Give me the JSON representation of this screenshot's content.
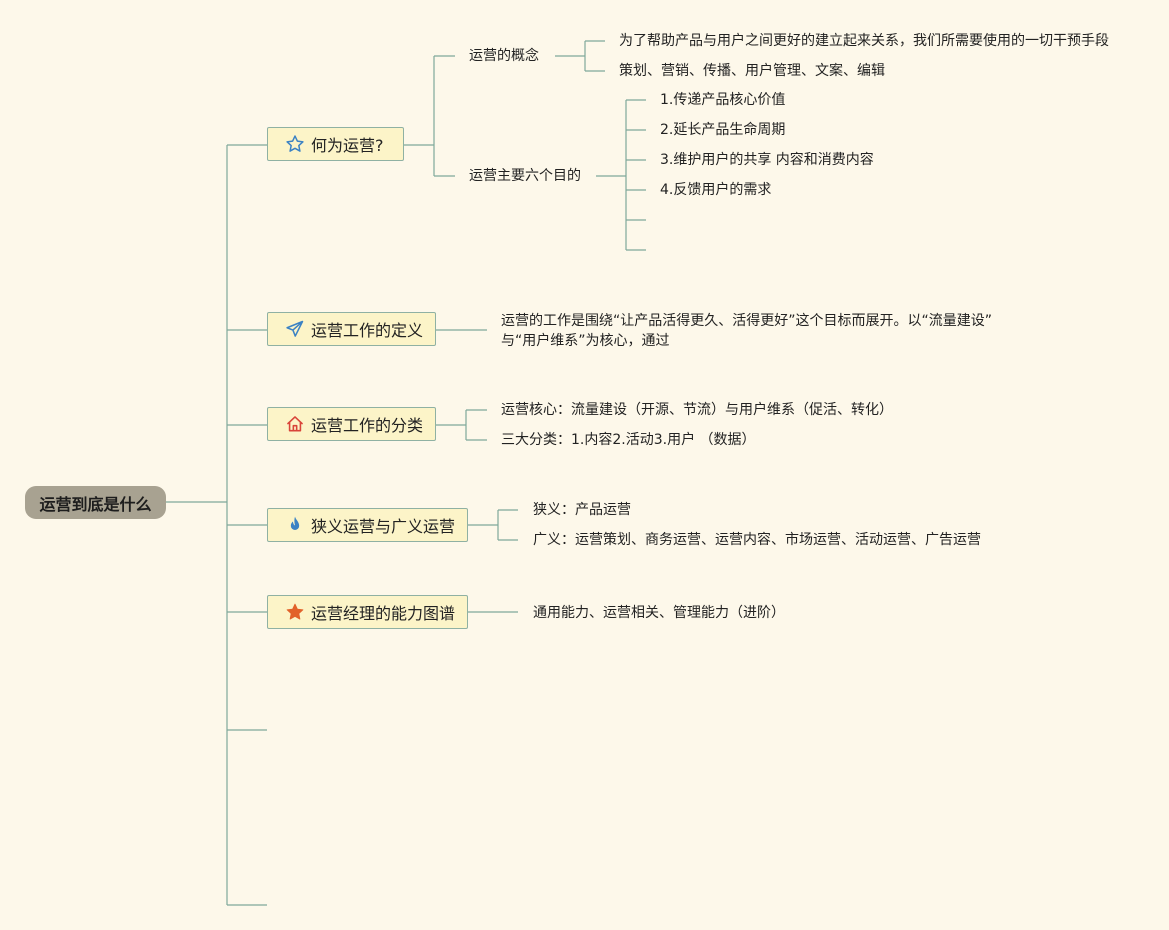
{
  "root": {
    "label": "运营到底是什么"
  },
  "topics": [
    {
      "label": "何为运营?",
      "icon": "star-outline-icon",
      "subtopics": [
        {
          "label": "运营的概念",
          "items": [
            "为了帮助产品与用户之间更好的建立起来关系，我们所需要使用的一切干预手段",
            "策划、营销、传播、用户管理、文案、编辑"
          ]
        },
        {
          "label": "运营主要六个目的",
          "items": [
            "1.传递产品核心价值",
            "2.延长产品生命周期",
            "3.维护用户的共享 内容和消费内容",
            "4.反馈用户的需求",
            "",
            ""
          ]
        }
      ]
    },
    {
      "label": "运营工作的定义",
      "icon": "paper-plane-icon",
      "items": [
        "运营的工作是围绕“让产品活得更久、活得更好”这个目标而展开。以“流量建设”",
        "与“用户维系”为核心，通过"
      ]
    },
    {
      "label": "运营工作的分类",
      "icon": "house-icon",
      "items": [
        "运营核心：流量建设（开源、节流）与用户维系（促活、转化）",
        "三大分类：1.内容2.活动3.用户 （数据）"
      ]
    },
    {
      "label": "狭义运营与广义运营",
      "icon": "flame-icon",
      "items": [
        "狭义：产品运营",
        "广义：运营策划、商务运营、运营内容、市场运营、活动运营、广告运营"
      ]
    },
    {
      "label": "运营经理的能力图谱",
      "icon": "star-filled-icon",
      "items": [
        "通用能力、运营相关、管理能力（进阶）"
      ]
    }
  ],
  "colors": {
    "background": "#fdf8ea",
    "root_fill": "#a8a291",
    "topic_fill": "#fcf4c8",
    "topic_border": "#8fb1a3",
    "connector": "#7fa99a",
    "icon_blue": "#3b82c4",
    "icon_red": "#d9453a",
    "icon_orange": "#e2622a"
  }
}
